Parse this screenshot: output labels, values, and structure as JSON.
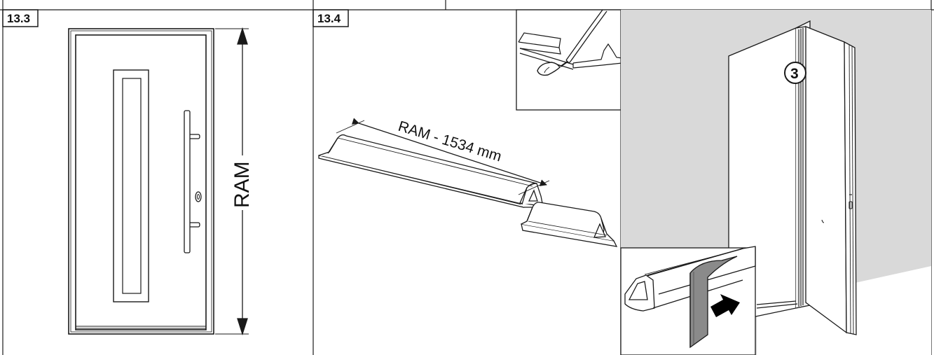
{
  "panels": {
    "left": {
      "label": "13.3",
      "dimension": "RAM"
    },
    "middle": {
      "label": "13.4",
      "dimension": "RAM - 1534 mm"
    },
    "right": {
      "callout": "3"
    }
  },
  "colors": {
    "wall": "#d9d9d9",
    "line": "#1a1a1a",
    "background": "#ffffff"
  },
  "icons": [
    "door-icon",
    "handle-icon",
    "lock-icon",
    "saw-icon",
    "seal-profile-icon",
    "arrow-icon"
  ]
}
